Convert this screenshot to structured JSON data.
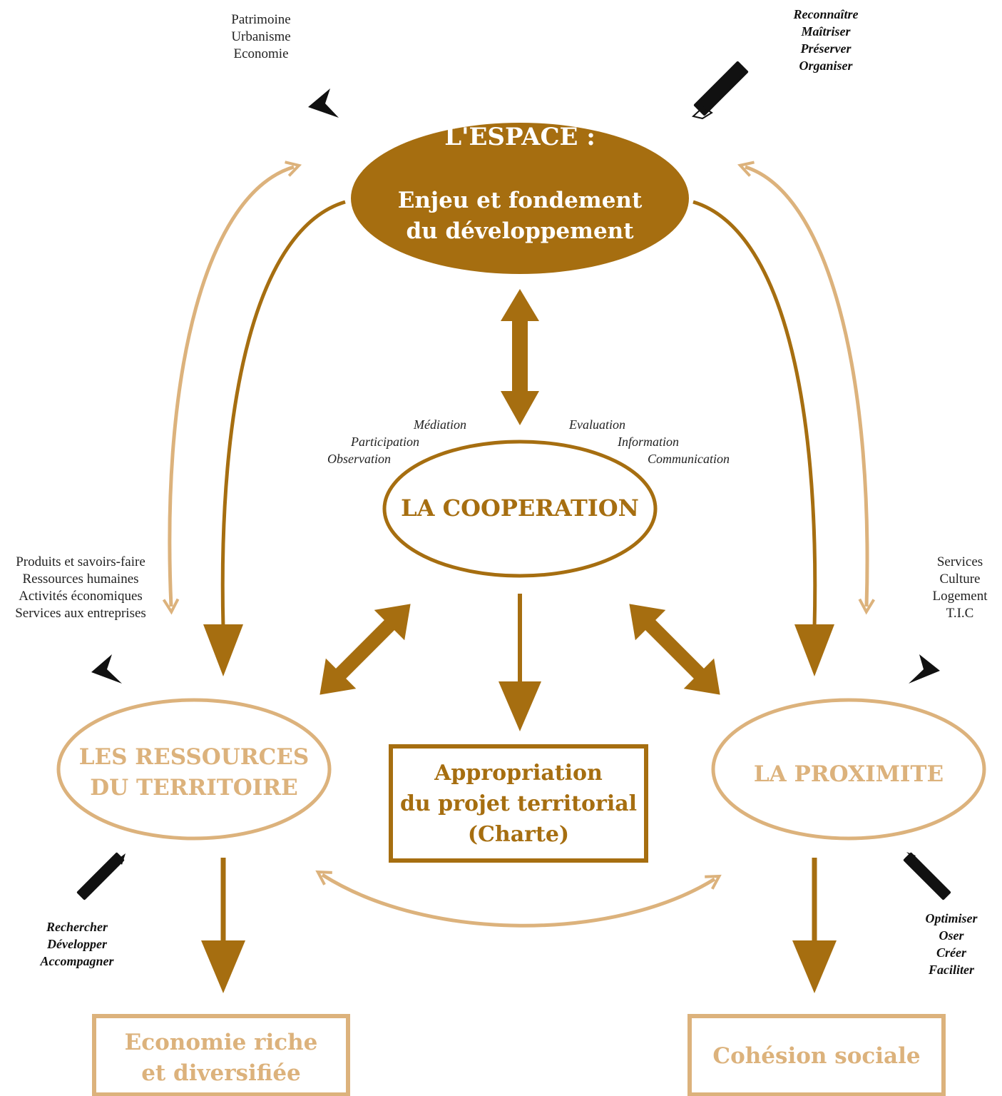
{
  "colors": {
    "dark_brown": "#a66e10",
    "tan": "#dcb27c",
    "black": "#111111"
  },
  "espace": {
    "title": "L'ESPACE :",
    "subtitle": "Enjeu et fondement du développement",
    "left_keywords": [
      "Patrimoine",
      "Urbanisme",
      "Economie"
    ],
    "right_verbs": [
      "Reconnaître",
      "Maîtriser",
      "Préserver",
      "Organiser"
    ]
  },
  "cooperation": {
    "title": "LA COOPERATION",
    "left_keywords": [
      "Médiation",
      "Participation",
      "Observation"
    ],
    "right_keywords": [
      "Evaluation",
      "Information",
      "Communication"
    ]
  },
  "ressources": {
    "title_line1": "LES RESSOURCES",
    "title_line2": "DU TERRITOIRE",
    "keywords": [
      "Produits et savoirs-faire",
      "Ressources humaines",
      "Activités économiques",
      "Services aux entreprises"
    ],
    "verbs": [
      "Rechercher",
      "Développer",
      "Accompagner"
    ],
    "outcome_line1": "Economie riche",
    "outcome_line2": "et diversifiée"
  },
  "proximite": {
    "title": "LA PROXIMITE",
    "keywords": [
      "Services",
      "Culture",
      "Logement",
      "T.I.C"
    ],
    "verbs": [
      "Optimiser",
      "Oser",
      "Créer",
      "Faciliter"
    ],
    "outcome": "Cohésion sociale"
  },
  "appropriation": {
    "line1": "Appropriation",
    "line2": "du projet territorial",
    "line3": "(Charte)"
  }
}
